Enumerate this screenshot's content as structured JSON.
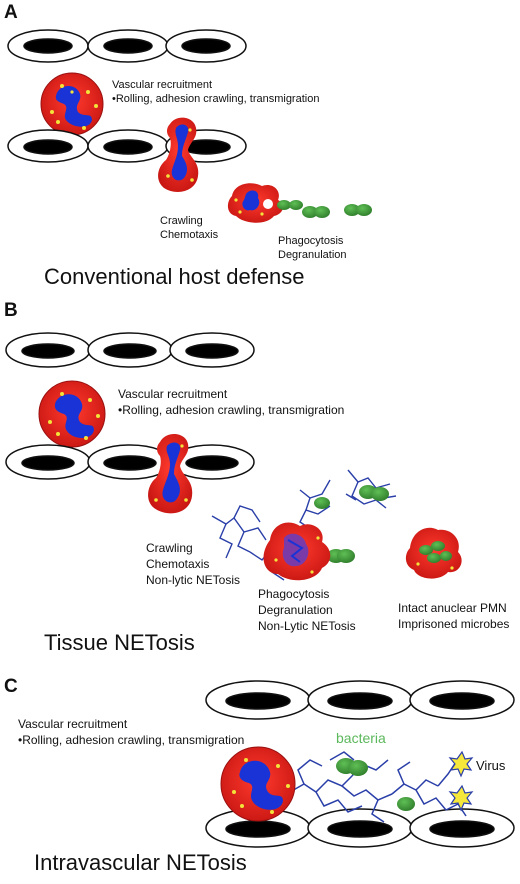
{
  "panels": [
    {
      "letter": "A",
      "recruitment_title": "Vascular recruitment",
      "recruitment_steps": "•Rolling, adhesion crawling, transmigration",
      "crawling_lines": [
        "Crawling",
        "Chemotaxis"
      ],
      "phago_lines": [
        "Phagocytosis",
        "Degranulation"
      ],
      "title": "Conventional host defense"
    },
    {
      "letter": "B",
      "recruitment_title": "Vascular recruitment",
      "recruitment_steps": "•Rolling, adhesion crawling, transmigration",
      "crawling_lines": [
        "Crawling",
        "Chemotaxis",
        "Non-lytic NETosis"
      ],
      "phago_lines": [
        "Phagocytosis",
        "Degranulation",
        "Non-Lytic NETosis"
      ],
      "pmn_lines": [
        "Intact anuclear PMN",
        "Imprisoned microbes"
      ],
      "title": "Tissue NETosis"
    },
    {
      "letter": "C",
      "recruitment_title": "Vascular recruitment",
      "recruitment_steps": "•Rolling, adhesion crawling, transmigration",
      "bacteria_label": "bacteria",
      "virus_label": "Virus",
      "title": "Intravascular NETosis"
    }
  ],
  "colors": {
    "cell_body": "#e0201c",
    "nucleus": "#1a33d6",
    "granule": "#f2e43a",
    "microbe": "#3f9a3a",
    "net_fiber": "#2a3fa8",
    "vessel_nucleus": "#000000",
    "virus": "#f5e83a"
  }
}
